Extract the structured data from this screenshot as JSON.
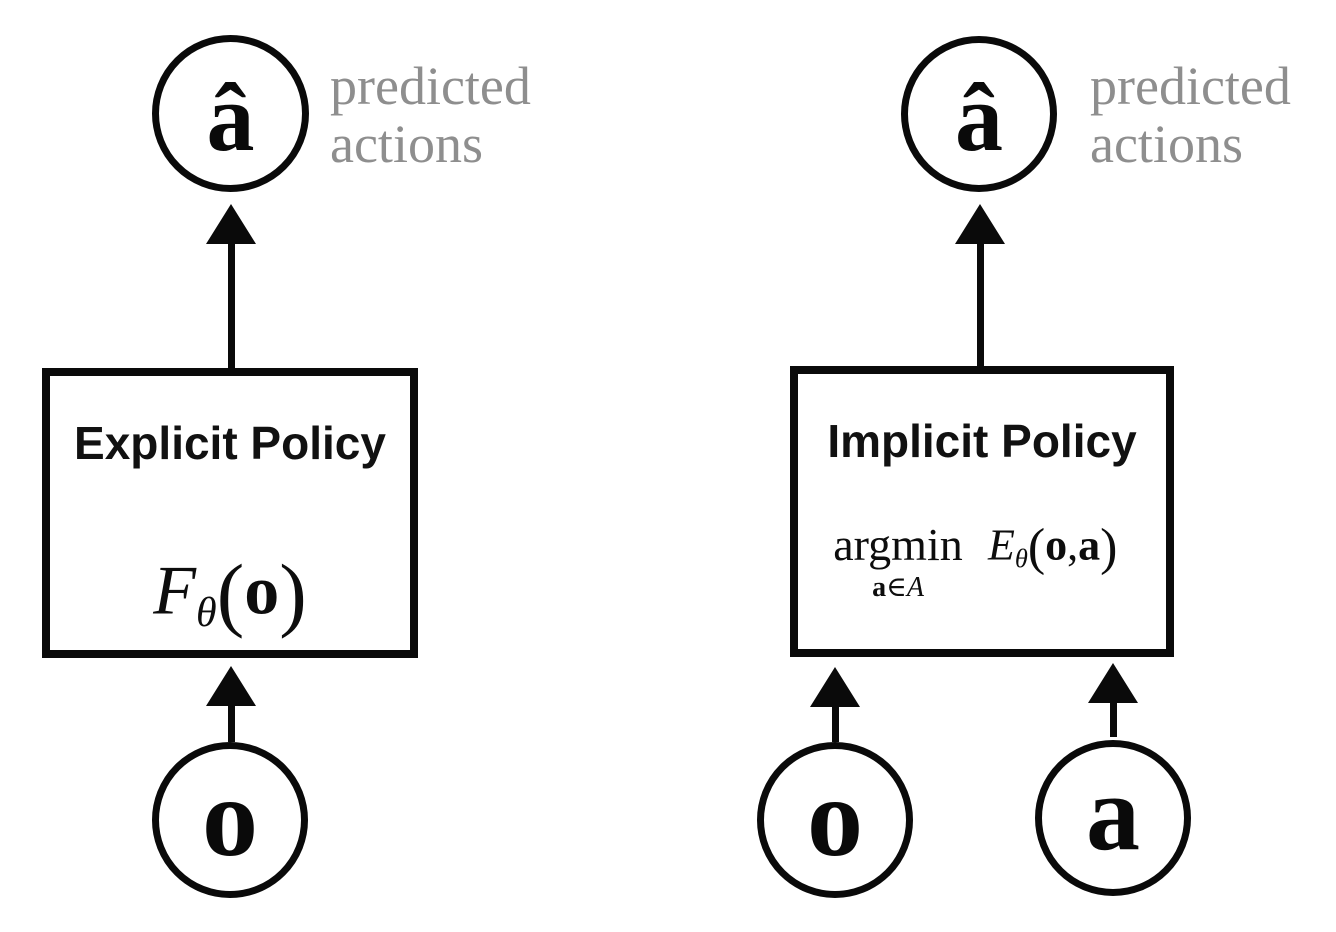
{
  "colors": {
    "ink": "#0a0a0a",
    "label_gray": "#8e8e8e",
    "background": "#ffffff"
  },
  "left": {
    "output_node": "â",
    "output_label": "predicted\nactions",
    "box_title": "Explicit Policy",
    "math": {
      "func": "F",
      "sub": "θ",
      "open": "(",
      "arg": "o",
      "close": ")"
    },
    "input_node": "o"
  },
  "right": {
    "output_node": "â",
    "output_label": "predicted\nactions",
    "box_title": "Implicit Policy",
    "math": {
      "operator": "argmin",
      "under_var": "a",
      "under_rel": "∈",
      "under_set": "A",
      "func": "E",
      "sub": "θ",
      "open": "(",
      "arg1": "o",
      "comma": ",",
      "arg2": "a",
      "close": ")"
    },
    "input_node_o": "o",
    "input_node_a": "a"
  }
}
